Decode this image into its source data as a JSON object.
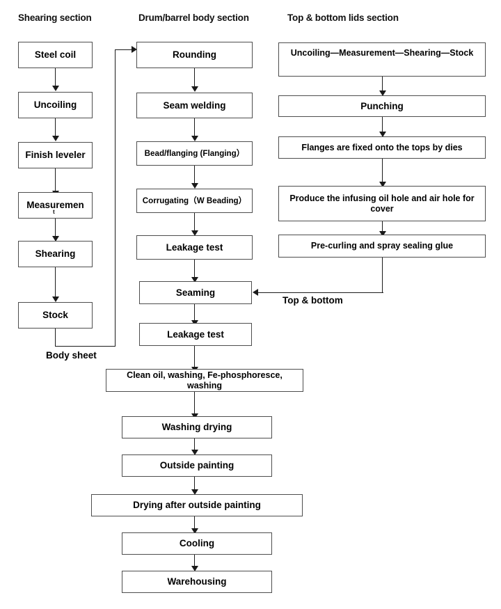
{
  "diagram": {
    "title": "Steel drum manufacturing process flowchart",
    "background_color": "#ffffff",
    "box_border_color": "#4d4d4d",
    "line_color": "#1a1a1a"
  },
  "sections": [
    {
      "id": "shearing",
      "heading": "Shearing section"
    },
    {
      "id": "drum_body",
      "heading": "Drum/barrel body section"
    },
    {
      "id": "lids",
      "heading": "Top & bottom lids section"
    }
  ],
  "shearing_section": {
    "nodes": [
      {
        "label": "Steel coil"
      },
      {
        "label": "Uncoiling"
      },
      {
        "label": "Finish leveler"
      },
      {
        "label": "Measuremen"
      },
      {
        "label": "Shearing"
      },
      {
        "label": "Stock"
      }
    ],
    "stray_glyph": "t"
  },
  "drum_body_section": {
    "nodes": [
      {
        "label": "Rounding"
      },
      {
        "label": "Seam welding"
      },
      {
        "label": "Bead/flanging (Flanging）"
      },
      {
        "label": "Corrugating（W Beading）"
      },
      {
        "label": "Leakage test"
      },
      {
        "label": "Seaming"
      },
      {
        "label": "Leakage test"
      }
    ]
  },
  "lids_section": {
    "nodes": [
      {
        "label": "Uncoiling—Measurement—Shearing—Stock"
      },
      {
        "label": "Punching"
      },
      {
        "label": "Flanges are fixed onto the tops by dies"
      },
      {
        "label": "Produce the infusing oil hole and air hole for cover"
      },
      {
        "label": "Pre-curling and spray sealing glue"
      }
    ]
  },
  "finishing_section": {
    "nodes": [
      {
        "label": "Clean oil, washing, Fe-phosphoresce, washing"
      },
      {
        "label": "Washing drying"
      },
      {
        "label": "Outside painting"
      },
      {
        "label": "Drying after outside painting"
      },
      {
        "label": "Cooling"
      },
      {
        "label": "Warehousing"
      }
    ]
  },
  "edge_labels": {
    "body_sheet": "Body sheet",
    "top_and_bottom": "Top & bottom"
  }
}
